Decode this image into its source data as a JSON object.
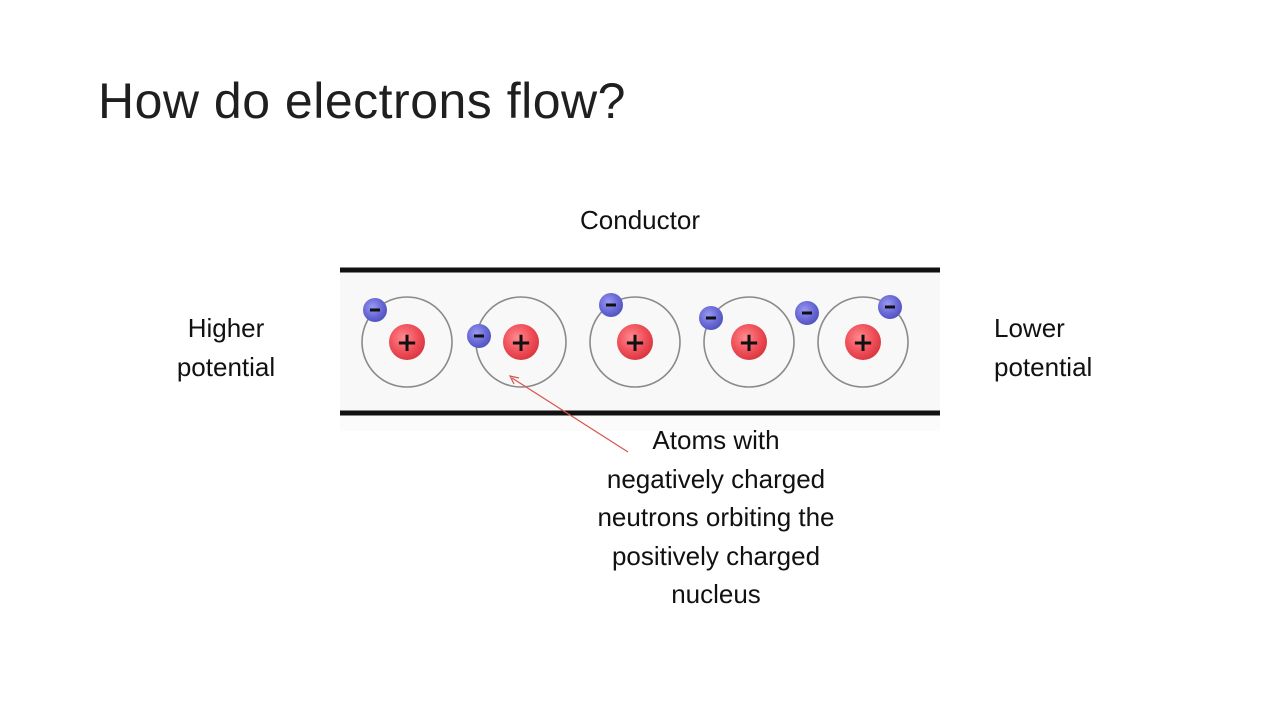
{
  "slide": {
    "title": "How do electrons flow?"
  },
  "diagram": {
    "conductor_label": "Conductor",
    "higher_potential_label": [
      "Higher",
      "potential"
    ],
    "lower_potential_label": [
      "Lower",
      "potential"
    ],
    "annotation_lines": [
      "Atoms with",
      "negatively charged",
      "neutrons orbiting the",
      "positively charged",
      "nucleus"
    ],
    "nucleus_symbol": "+",
    "electron_symbol": "−",
    "atom_count": 5,
    "colors": {
      "nucleus": "#f0505a",
      "electron": "#6a6ad8",
      "arrow": "#d9534f",
      "conductor_rail": "#111111"
    }
  }
}
